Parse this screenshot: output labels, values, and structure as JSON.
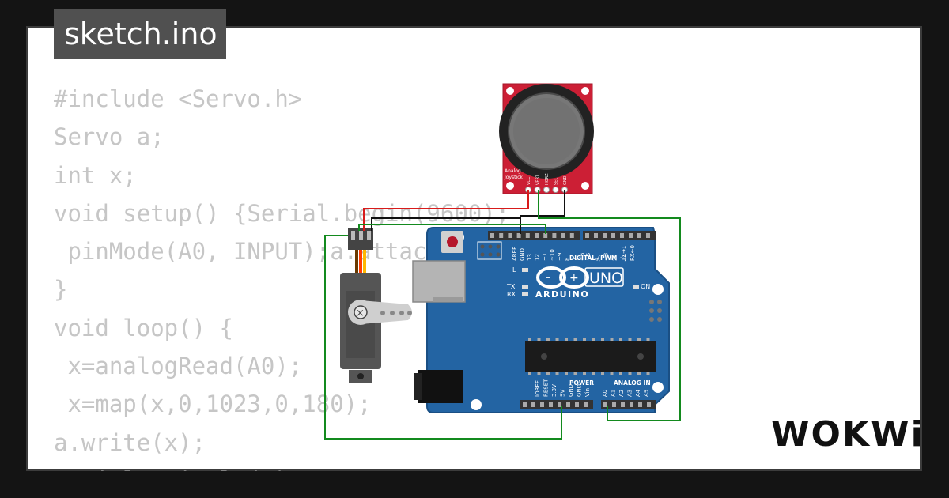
{
  "title": "sketch.ino",
  "code_lines": [
    "#include <Servo.h>",
    "Servo a;",
    "int x;",
    "void setup() {Serial.begin(9600);",
    " pinMode(A0, INPUT);a.attach(",
    "}",
    "void loop() {",
    " x=analogRead(A0);",
    " x=map(x,0,1023,0,180);",
    "a.write(x);",
    "Serial.println(x);"
  ],
  "brand": "WOKWi",
  "board": {
    "name": "UNO",
    "maker": "ARDUINO",
    "digital_label": "DIGITAL (PWM ~)",
    "on_label": "ON",
    "l_label": "L",
    "tx_label": "TX",
    "rx_label": "RX",
    "power_label": "POWER",
    "analog_label": "ANALOG IN",
    "top_pin_labels": [
      "AREF",
      "GND",
      "13",
      "12",
      "~11",
      "~10",
      "~9",
      "8",
      "7",
      "~6",
      "~5",
      "4",
      "~3",
      "2",
      "TX→1",
      "RX←0"
    ],
    "power_pin_labels": [
      "IOREF",
      "RESET",
      "3.3V",
      "5V",
      "GND",
      "GND",
      "Vin"
    ],
    "analog_pin_labels": [
      "A0",
      "A1",
      "A2",
      "A3",
      "A4",
      "A5"
    ]
  },
  "joystick": {
    "label_lines": [
      "Analog",
      "Joystick"
    ],
    "pin_labels": [
      "VCC",
      "VERT",
      "HORZ",
      "SEL",
      "GND"
    ]
  },
  "colors": {
    "board": "#2364a3",
    "joystick_pcb": "#cc1f35",
    "wire_green": "#138a1e",
    "wire_red": "#d81b1b",
    "wire_black": "#111111",
    "code_text": "#c6c6c6"
  }
}
